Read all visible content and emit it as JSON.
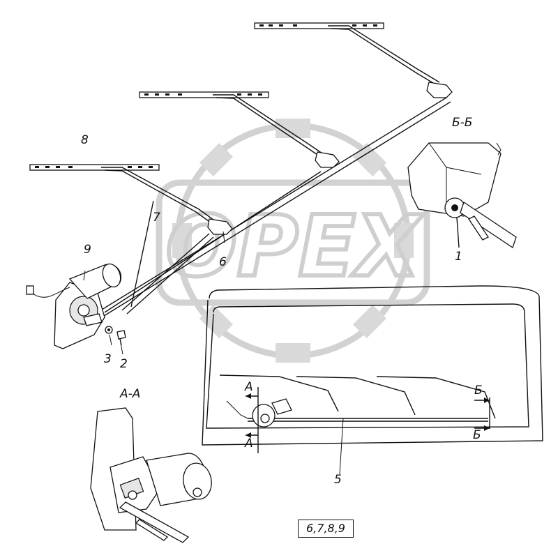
{
  "watermark": {
    "text": "OPEX"
  },
  "labels": {
    "p1": "1",
    "p2": "2",
    "p3": "3",
    "p5": "5",
    "p6": "6",
    "p7": "7",
    "p8": "8",
    "p9": "9",
    "section_bb": "Б-Б",
    "section_aa": "А-А",
    "cut_a": "А",
    "cut_b": "Б",
    "group": "6,7,8,9"
  }
}
